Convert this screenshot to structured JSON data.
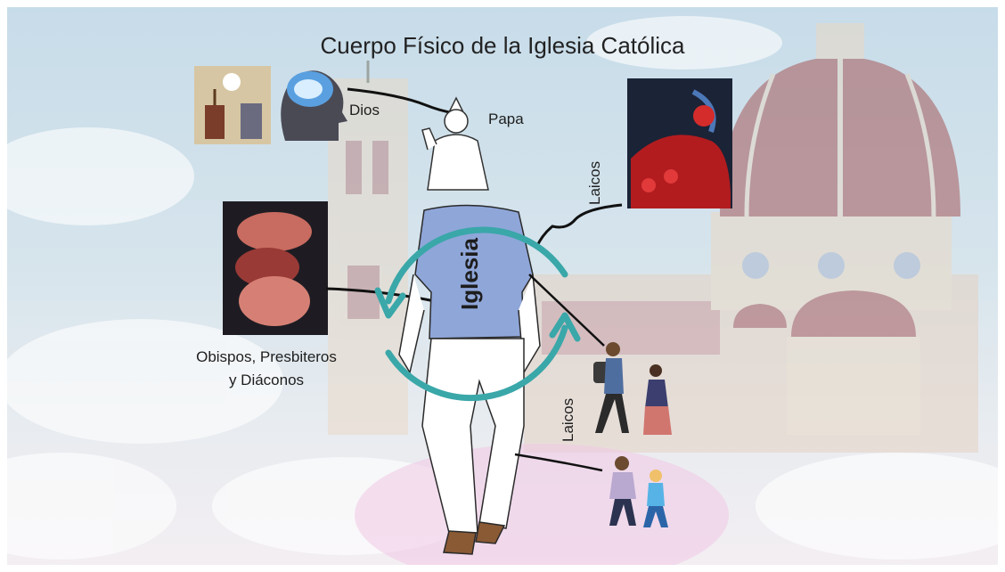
{
  "title": "Cuerpo Físico de la Iglesia Católica",
  "labels": {
    "dios": "Dios",
    "papa": "Papa",
    "laicos_top": "Laicos",
    "obispos_line1": "Obispos, Presbiteros",
    "obispos_line2": "y Diáconos",
    "iglesia": "Iglesia",
    "laicos_bottom": "Laicos"
  },
  "colors": {
    "cycle_arrow": "#3aa7a9",
    "shirt": "#8fa6d9",
    "dome": "#a5595a"
  },
  "icons": [
    "trinity-image",
    "brain-head-image",
    "pope-figure",
    "blood-vessels-image",
    "organs-image",
    "man-figure",
    "cycle-arrows-icon",
    "walking-people-image",
    "cathedral-background"
  ]
}
